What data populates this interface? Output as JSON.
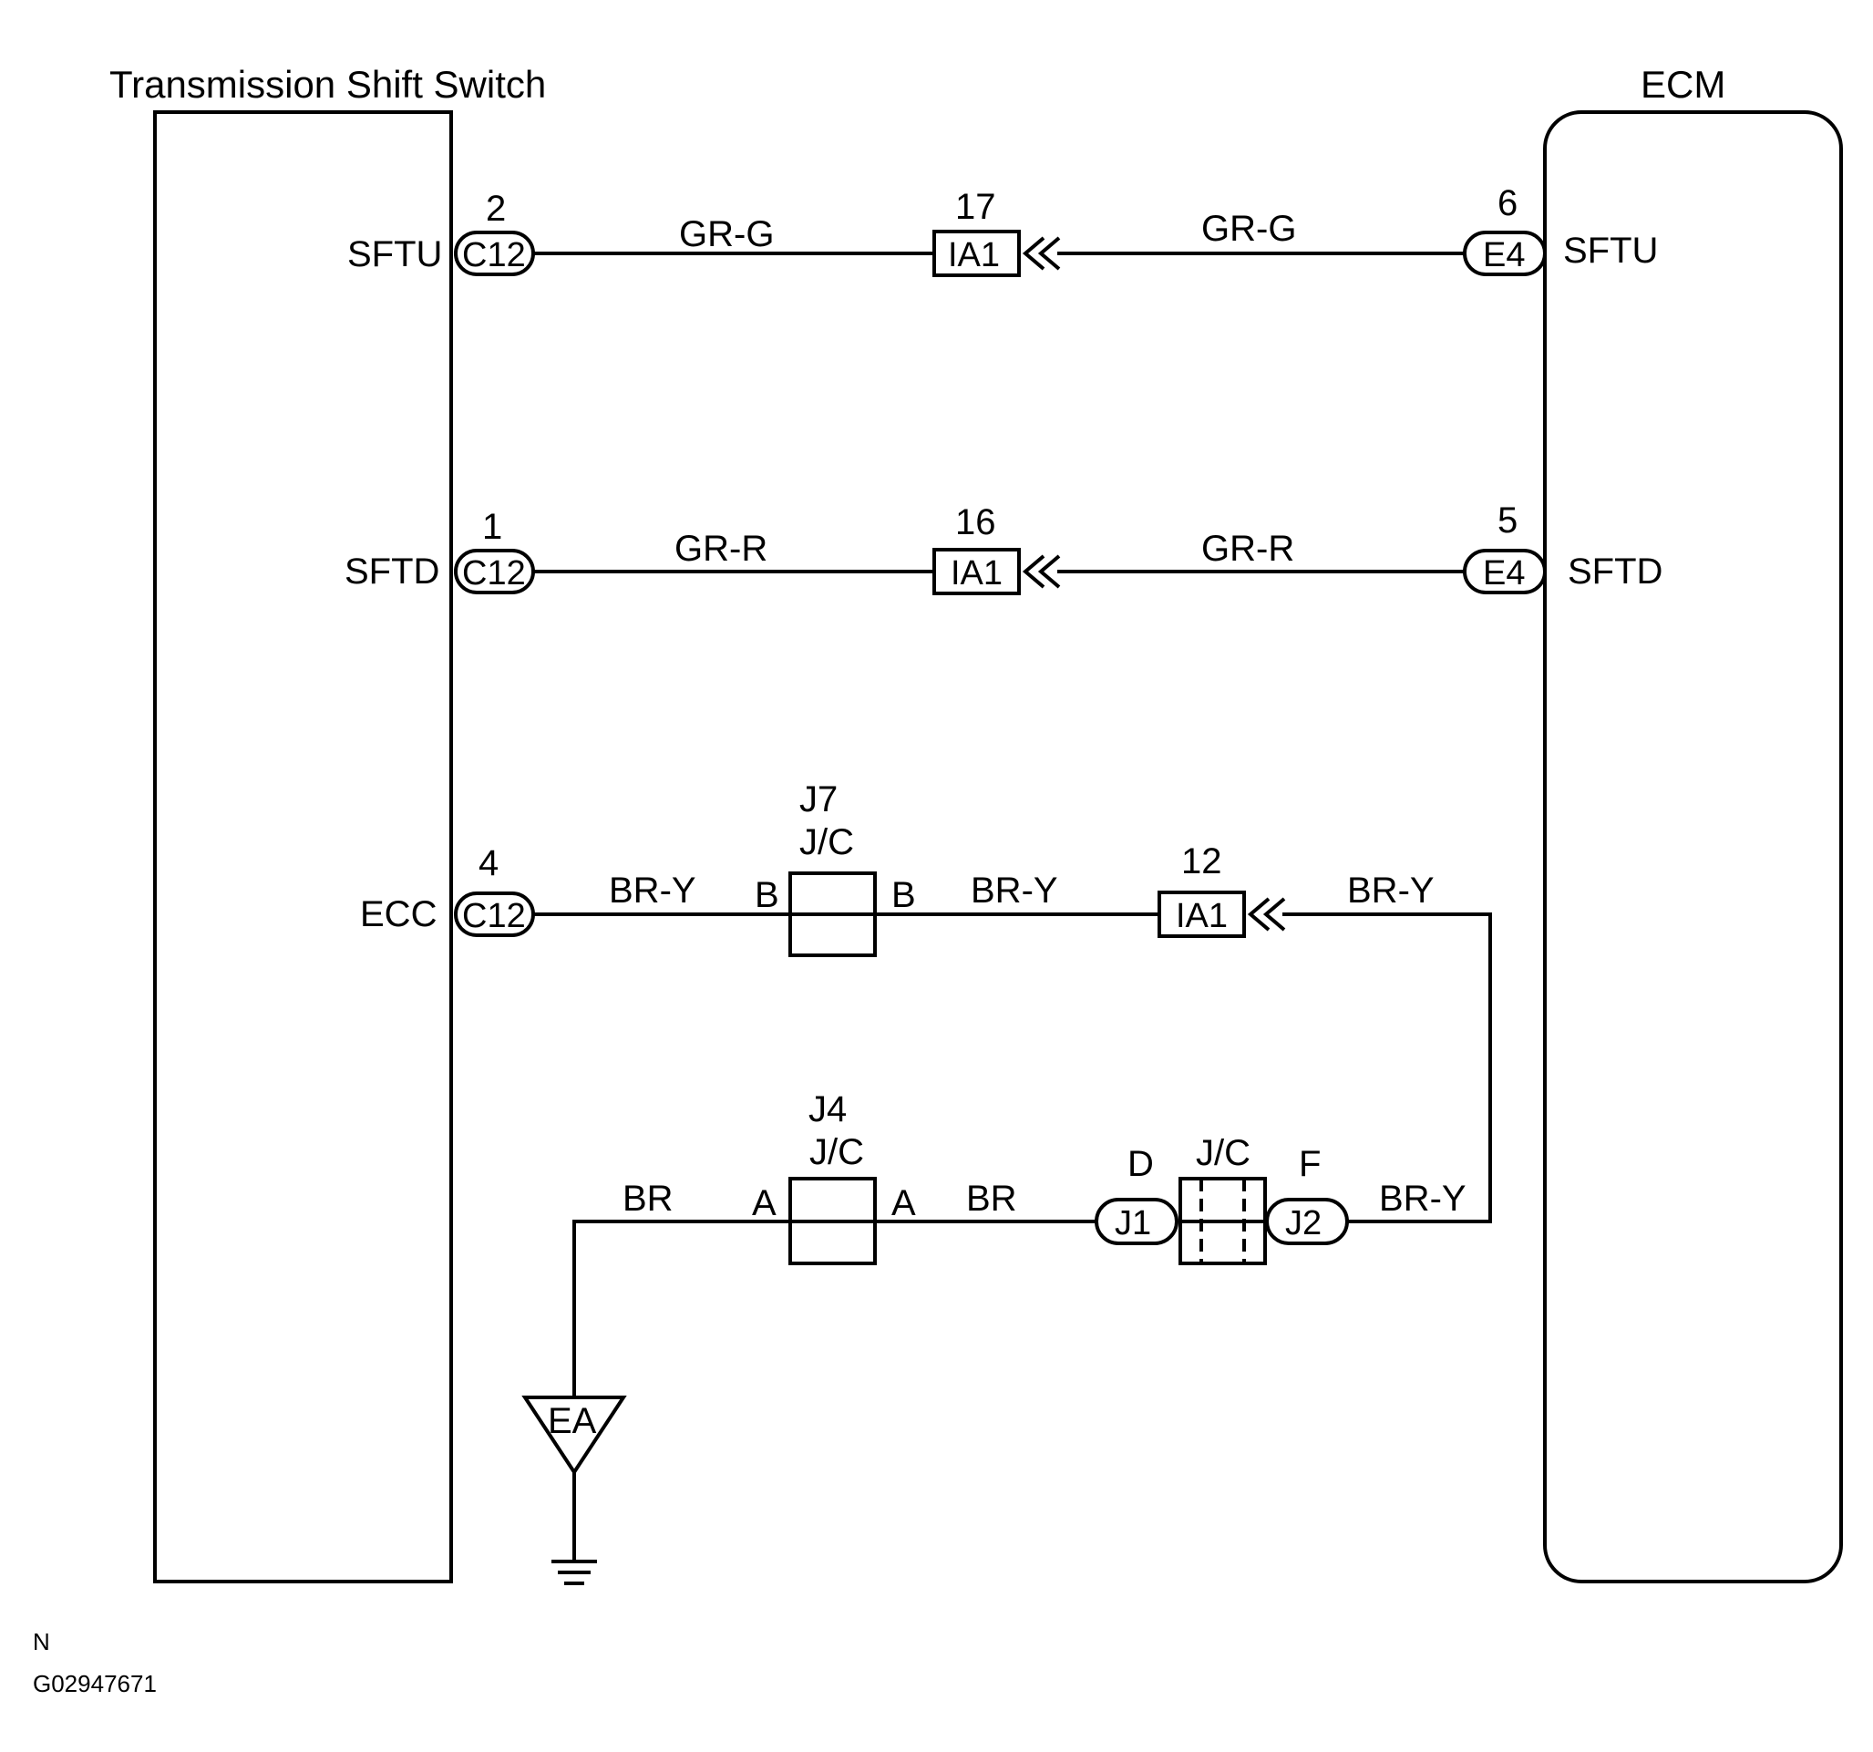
{
  "components": {
    "left_title": "Transmission Shift Switch",
    "right_title": "ECM"
  },
  "rows": [
    {
      "left_pin": "SFTU",
      "left_pin_no": "2",
      "left_conn": "C12",
      "wire_left": "GR-G",
      "ia_no": "17",
      "ia_conn": "IA1",
      "wire_right": "GR-G",
      "right_pin_no": "6",
      "right_conn": "E4",
      "right_pin": "SFTU"
    },
    {
      "left_pin": "SFTD",
      "left_pin_no": "1",
      "left_conn": "C12",
      "wire_left": "GR-R",
      "ia_no": "16",
      "ia_conn": "IA1",
      "wire_right": "GR-R",
      "right_pin_no": "5",
      "right_conn": "E4",
      "right_pin": "SFTD"
    }
  ],
  "ecc": {
    "pin": "ECC",
    "pin_no": "4",
    "conn": "C12",
    "wire1": "BR-Y",
    "j7_name": "J7",
    "j7_type": "J/C",
    "j7_left": "B",
    "j7_right": "B",
    "wire2": "BR-Y",
    "ia_no": "12",
    "ia_conn": "IA1",
    "wire3": "BR-Y"
  },
  "ground": {
    "wire1": "BR",
    "j4_name": "J4",
    "j4_type": "J/C",
    "j4_left": "A",
    "j4_right": "A",
    "wire2": "BR",
    "jc_label": "J/C",
    "j1_pin": "D",
    "j1_conn": "J1",
    "j2_pin": "F",
    "j2_conn": "J2",
    "wire3": "BR-Y",
    "ground_label": "EA"
  },
  "footer": {
    "code": "N",
    "figure_id": "G02947671"
  }
}
